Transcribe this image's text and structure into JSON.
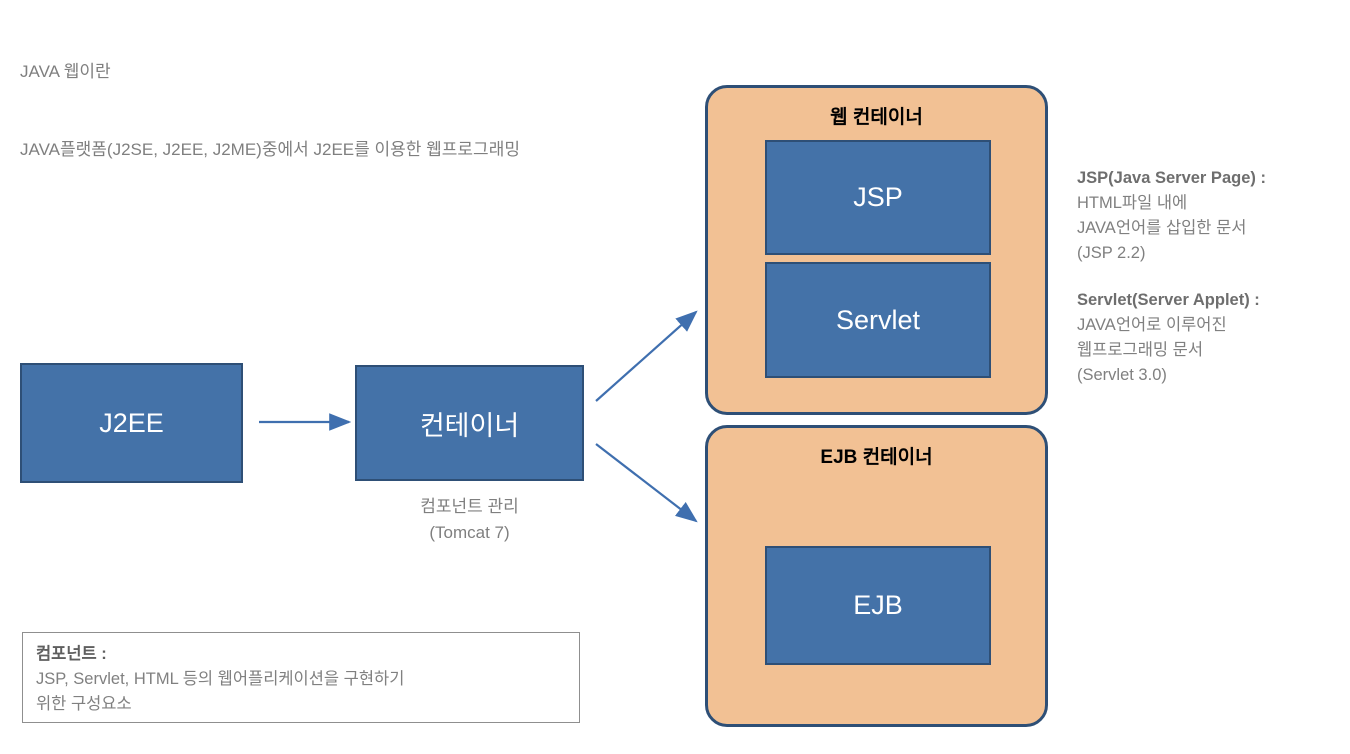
{
  "header": {
    "lines": [
      "JAVA 웹이란",
      "JAVA플랫폼(J2SE, J2EE, J2ME)중에서 J2EE를 이용한 웹프로그래밍"
    ]
  },
  "nodes": {
    "j2ee": "J2EE",
    "container": "컨테이너",
    "container_caption": [
      "컴포넌트 관리",
      "(Tomcat 7)"
    ],
    "jsp": "JSP",
    "servlet": "Servlet",
    "ejb": "EJB"
  },
  "containers": {
    "web_title": "웹 컨테이너",
    "ejb_title": "EJB 컨테이너"
  },
  "annotations": {
    "jsp": {
      "head": "JSP(Java Server Page) :",
      "lines": [
        "HTML파일 내에",
        "JAVA언어를 삽입한 문서",
        "(JSP 2.2)"
      ]
    },
    "servlet": {
      "head": "Servlet(Server Applet) :",
      "lines": [
        "JAVA언어로 이루어진",
        "웹프로그래밍 문서",
        "(Servlet 3.0)"
      ]
    }
  },
  "component_note": {
    "head": "컴포넌트 :",
    "lines": [
      "JSP, Servlet, HTML 등의 웹어플리케이션을 구현하기",
      "위한 구성요소"
    ]
  },
  "colors": {
    "box_fill": "#4472A8",
    "box_border": "#2E4F76",
    "container_fill": "#F2C194",
    "container_border": "#2E4F76",
    "arrow": "#3F6FAF",
    "text_gray": "#808080",
    "note_border": "#8F8F8F"
  }
}
